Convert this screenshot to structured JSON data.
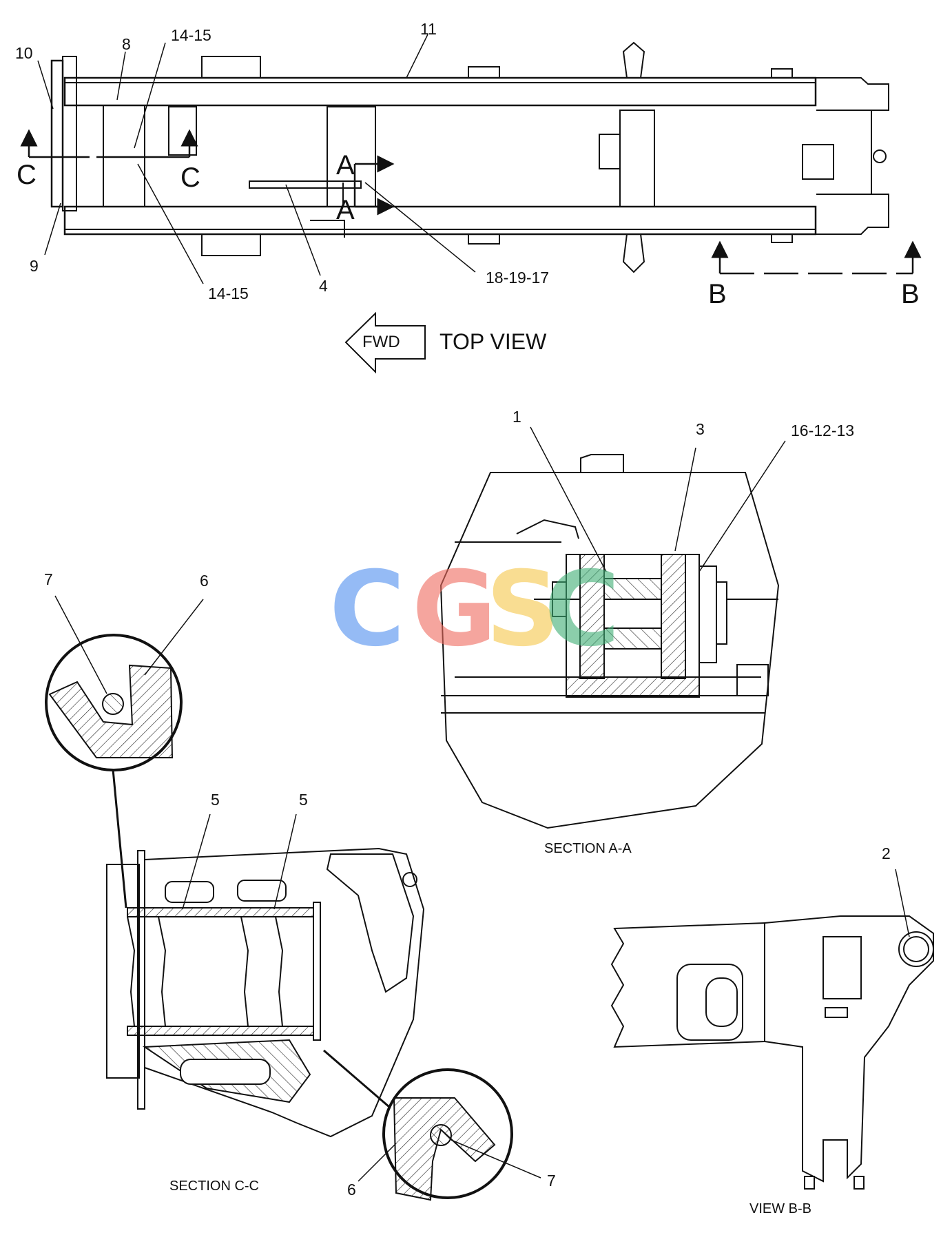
{
  "top_view": {
    "title": "TOP VIEW",
    "fwd_label": "FWD",
    "callouts": [
      "10",
      "8",
      "14-15",
      "11",
      "9",
      "14-15",
      "4",
      "18-19-17"
    ],
    "section_letters": {
      "c_left": "C",
      "c_right": "C",
      "a_top": "A",
      "a_bottom": "A",
      "b_left": "B",
      "b_right": "B"
    }
  },
  "section_aa": {
    "caption": "SECTION A-A",
    "callouts": [
      "1",
      "3",
      "16-12-13"
    ]
  },
  "section_cc": {
    "caption": "SECTION C-C",
    "callouts": [
      "7",
      "6",
      "5",
      "5",
      "6",
      "7"
    ]
  },
  "view_bb": {
    "caption": "VIEW B-B",
    "callouts": [
      "2"
    ]
  },
  "watermark": {
    "letters": [
      "C",
      "G",
      "S",
      "C"
    ],
    "colors": [
      "#4f8ff0",
      "#ef6b5f",
      "#f6c84a",
      "#3fae75"
    ]
  }
}
